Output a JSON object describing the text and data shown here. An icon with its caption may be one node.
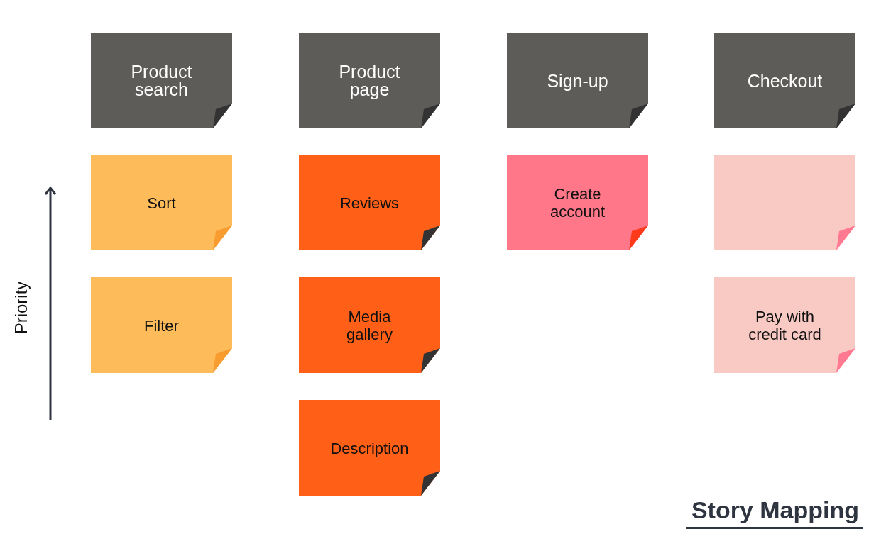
{
  "diagram": {
    "title": "Story Mapping",
    "nodes": [
      {
        "text": [
          "Product search"
        ]
      },
      {
        "text": [
          "Product page"
        ]
      },
      {
        "text": [
          "Sign-up"
        ]
      },
      {
        "text": [
          "Checkout"
        ]
      },
      {
        "text": [
          "Sort"
        ]
      },
      {
        "text": [
          "Reviews"
        ]
      },
      {
        "text": [
          "Create account"
        ]
      },
      {
        "text": [],
        "shape": "box"
      },
      {
        "text": [
          "Filter"
        ]
      },
      {
        "text": [
          "Media gallery"
        ]
      },
      {
        "text": [
          "Pay with credit card"
        ]
      },
      {
        "text": [
          "Description"
        ]
      }
    ],
    "labels": [
      "Priority"
    ]
  }
}
